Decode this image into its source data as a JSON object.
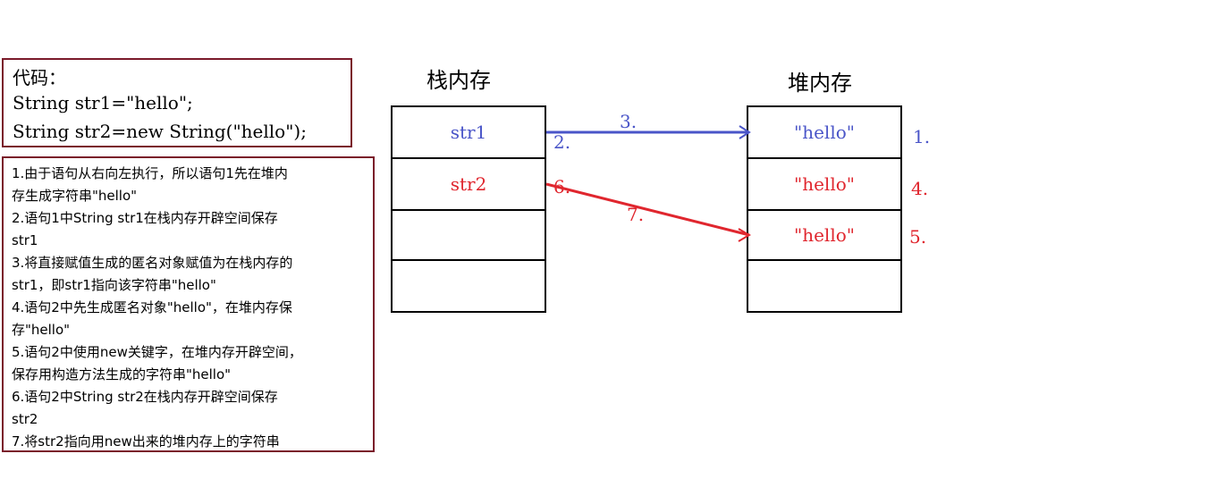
{
  "code": {
    "label": "代码：",
    "line1": "String str1=\"hello\";",
    "line2": "String str2=new String(\"hello\");"
  },
  "notes": [
    "1.由于语句从右向左执行，所以语句1先在堆内\n存生成字符串\"hello\"",
    "2.语句1中String str1在栈内存开辟空间保存\nstr1",
    "3.将直接赋值生成的匿名对象赋值为在栈内存的\nstr1，即str1指向该字符串\"hello\"",
    "4.语句2中先生成匿名对象\"hello\"，在堆内存保\n存\"hello\"",
    "5.语句2中使用new关键字，在堆内存开辟空间，\n保存用构造方法生成的字符串\"hello\"",
    "6.语句2中String str2在栈内存开辟空间保存\nstr2",
    "7.将str2指向用new出来的堆内存上的字符串"
  ],
  "stack": {
    "title": "栈内存",
    "cells": [
      "str1",
      "str2",
      "",
      ""
    ]
  },
  "heap": {
    "title": "堆内存",
    "cells": [
      "\"hello\"",
      "\"hello\"",
      "\"hello\"",
      ""
    ]
  },
  "markers": {
    "stack_str1": "2.",
    "stack_str2": "6.",
    "arrow1": "3.",
    "arrow2": "7.",
    "heap1": "1.",
    "heap2": "4.",
    "heap3": "5."
  },
  "colors": {
    "blue": "#4a55c8",
    "red": "#e0262e",
    "box_border": "#7a1a2a"
  }
}
